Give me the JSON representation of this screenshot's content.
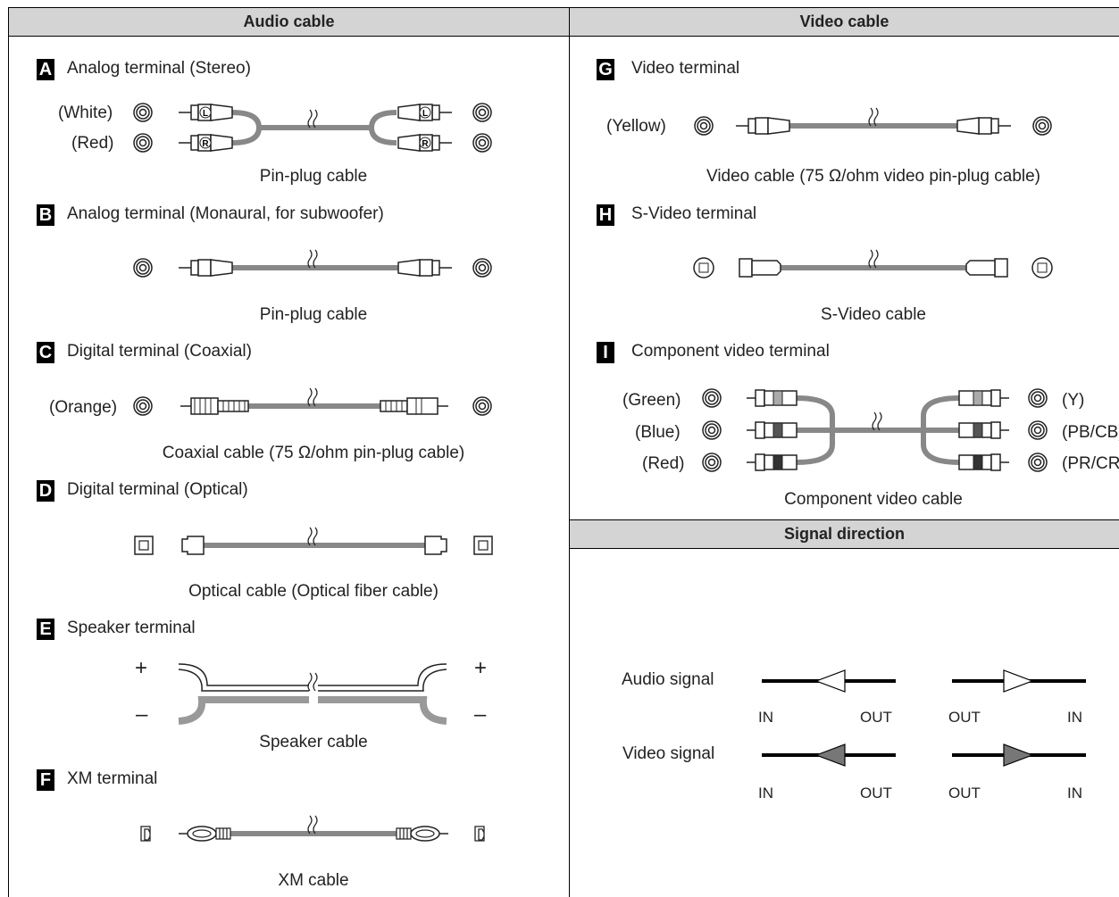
{
  "headers": {
    "audio": "Audio cable",
    "video": "Video cable",
    "signal": "Signal direction"
  },
  "sections": {
    "A": {
      "letter": "A",
      "title": "Analog terminal (Stereo)",
      "labels": [
        "(White)",
        "(Red)"
      ],
      "plug_marks": [
        "L",
        "R"
      ],
      "caption": "Pin-plug cable"
    },
    "B": {
      "letter": "B",
      "title": "Analog terminal (Monaural, for subwoofer)",
      "caption": "Pin-plug cable"
    },
    "C": {
      "letter": "C",
      "title": "Digital terminal (Coaxial)",
      "labels": [
        "(Orange)"
      ],
      "caption": "Coaxial cable (75 Ω/ohm pin-plug cable)"
    },
    "D": {
      "letter": "D",
      "title": "Digital terminal (Optical)",
      "caption": "Optical cable (Optical fiber cable)"
    },
    "E": {
      "letter": "E",
      "title": "Speaker terminal",
      "plus": "+",
      "minus": "–",
      "caption": "Speaker cable"
    },
    "F": {
      "letter": "F",
      "title": "XM terminal",
      "caption": "XM cable"
    },
    "G": {
      "letter": "G",
      "title": "Video terminal",
      "labels": [
        "(Yellow)"
      ],
      "caption": "Video cable (75 Ω/ohm video pin-plug cable)"
    },
    "H": {
      "letter": "H",
      "title": "S-Video terminal",
      "caption": "S-Video cable"
    },
    "I": {
      "letter": "I",
      "title": "Component video terminal",
      "labels": [
        "(Green)",
        "(Blue)",
        "(Red)"
      ],
      "right_labels": [
        "(Y)",
        "(PB/CB)",
        "(PR/CR)"
      ],
      "caption": "Component video cable"
    }
  },
  "signal": {
    "audio_label": "Audio signal",
    "video_label": "Video signal",
    "in": "IN",
    "out": "OUT"
  }
}
